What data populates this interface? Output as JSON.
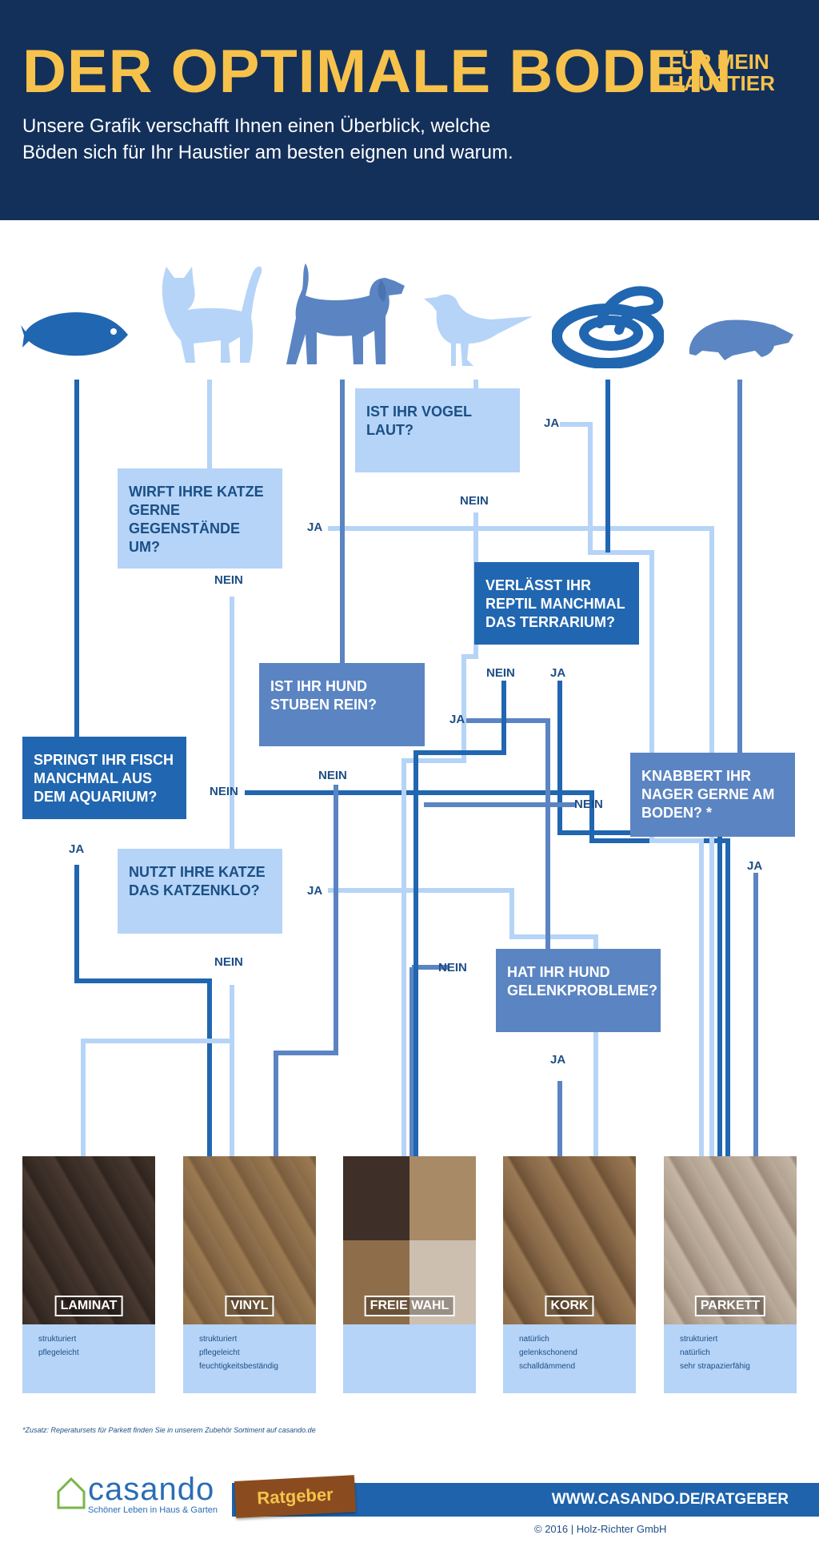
{
  "header": {
    "title_main": "DER OPTIMALE BODEN",
    "title_side_1": "FÜR MEIN",
    "title_side_2": "HAUSTIER",
    "subtitle": "Unsere Grafik verschafft Ihnen einen Überblick, welche Böden sich für Ihr Haustier am besten eignen und warum."
  },
  "animals": [
    {
      "icon": "fish-icon",
      "color": "#2166b0"
    },
    {
      "icon": "cat-icon",
      "color": "#b5d4f7"
    },
    {
      "icon": "dog-icon",
      "color": "#5b84c2"
    },
    {
      "icon": "bird-icon",
      "color": "#b5d4f7"
    },
    {
      "icon": "snake-icon",
      "color": "#2166b0"
    },
    {
      "icon": "rodent-icon",
      "color": "#5b84c2"
    }
  ],
  "questions": {
    "bird_loud": "IST IHR VOGEL LAUT?",
    "cat_throws": "WIRFT IHRE KATZE GERNE GEGENSTÄNDE UM?",
    "reptile_leaves": "VERLÄSST IHR REPTIL MANCHMAL DAS TERRARIUM?",
    "dog_housetrained": "IST IHR HUND STUBEN REIN?",
    "fish_jumps": "SPRINGT IHR FISCH MANCHMAL AUS DEM AQUARIUM?",
    "rodent_gnaws": "KNABBERT IHR NAGER GERNE AM BODEN? *",
    "cat_litter": "NUTZT IHRE KATZE DAS KATZENKLO?",
    "dog_joints": "HAT IHR HUND GELENKPROBLEME?"
  },
  "answers": {
    "yes": "JA",
    "no": "NEIN"
  },
  "floors": [
    {
      "name": "LAMINAT",
      "props": [
        "strukturiert",
        "pflegeleicht"
      ]
    },
    {
      "name": "VINYL",
      "props": [
        "strukturiert",
        "pflegeleicht",
        "feuchtigkeitsbeständig"
      ]
    },
    {
      "name": "FREIE WAHL",
      "props": []
    },
    {
      "name": "KORK",
      "props": [
        "natürlich",
        "gelenkschonend",
        "schalldämmend"
      ]
    },
    {
      "name": "PARKETT",
      "props": [
        "strukturiert",
        "natürlich",
        "sehr strapazierfähig"
      ]
    }
  ],
  "footer": {
    "footnote": "*Zusatz: Reperatursets für Parkett finden Sie in unserem Zubehör Sortiment auf casando.de",
    "brand": "casando",
    "tagline": "Schöner Leben in Haus & Garten",
    "badge": "Ratgeber",
    "url": "WWW.CASANDO.DE/RATGEBER",
    "copyright": "© 2016 | Holz-Richter GmbH"
  },
  "colors": {
    "navy": "#13305a",
    "yellow": "#f7c24b",
    "light": "#b5d4f7",
    "mid": "#5b84c2",
    "dark": "#2166b0"
  }
}
